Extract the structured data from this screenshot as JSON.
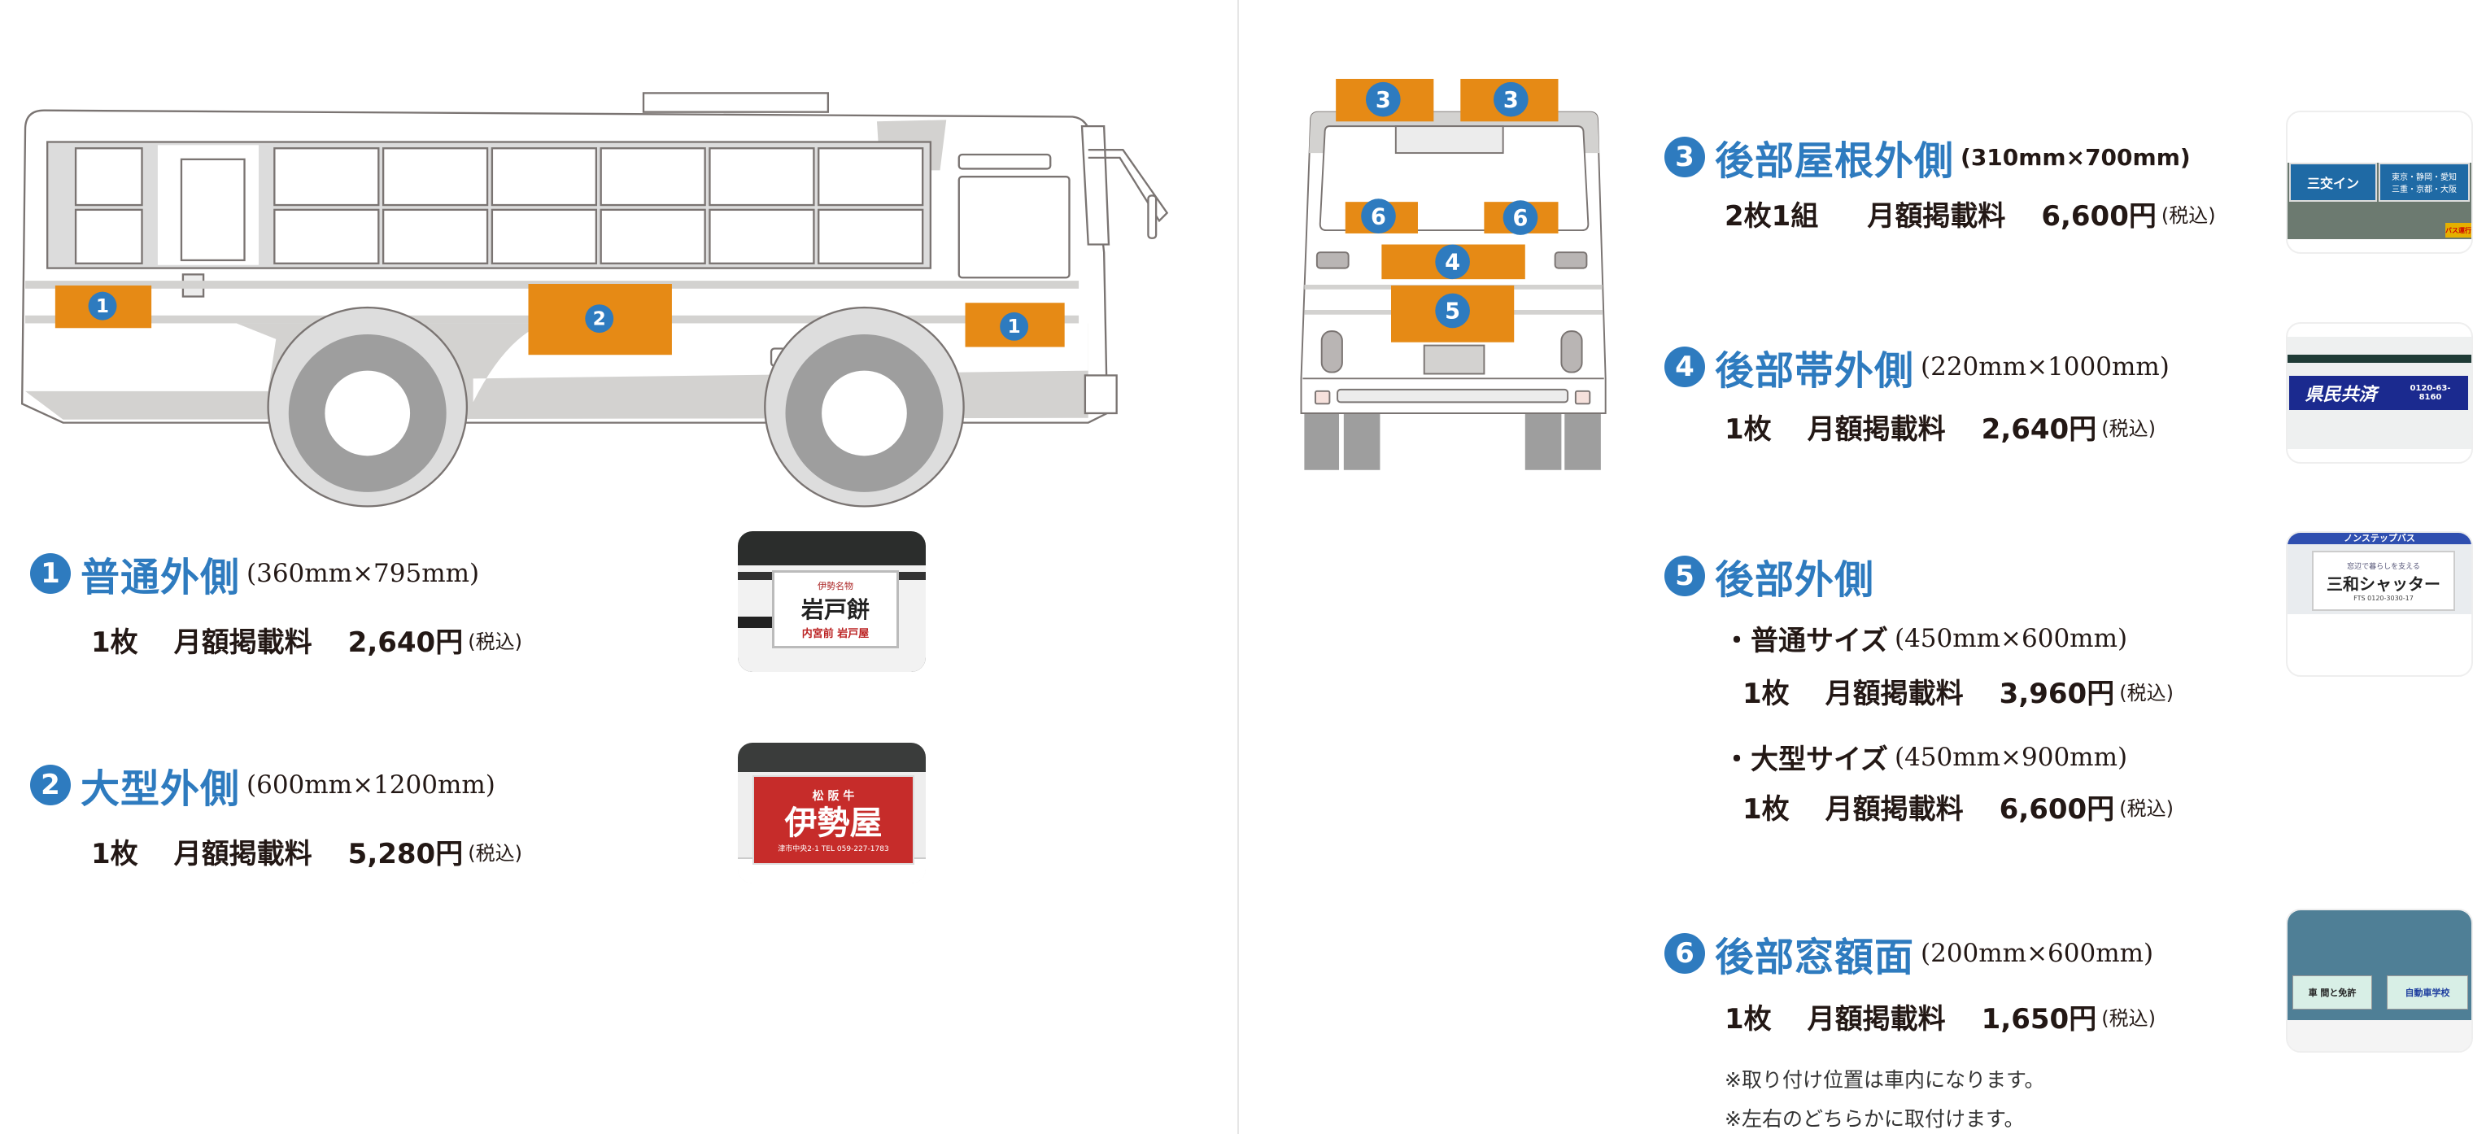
{
  "colors": {
    "accent_blue": "#2e7bbf",
    "ad_orange": "#e68a15",
    "text": "#231815"
  },
  "diagram": {
    "side_badges": [
      "1",
      "2",
      "1"
    ],
    "rear_badges": [
      "3",
      "3",
      "6",
      "6",
      "4",
      "5"
    ]
  },
  "items": [
    {
      "number": "1",
      "title": "普通外側",
      "size": "(360mm×795mm)",
      "quantity": "1枚",
      "fee_label": "月額掲載料",
      "price": "2,640円",
      "tax": "(税込)",
      "photo": {
        "top": "伊勢名物",
        "main": "岩戸餅",
        "sub": "内宮前 岩戸屋"
      }
    },
    {
      "number": "2",
      "title": "大型外側",
      "size": "(600mm×1200mm)",
      "quantity": "1枚",
      "fee_label": "月額掲載料",
      "price": "5,280円",
      "tax": "(税込)",
      "photo": {
        "top": "松 阪 牛",
        "main": "伊勢屋",
        "sub": "津市中央2-1 TEL 059-227-1783"
      }
    },
    {
      "number": "3",
      "title": "後部屋根外側",
      "size": "(310mm×700mm)",
      "quantity": "2枚1組",
      "fee_label": "月額掲載料",
      "price": "6,600円",
      "tax": "(税込)",
      "photo": {
        "left": "三交イン",
        "right_top": "東京・静岡・愛知",
        "right_bottom": "三重・京都・大阪",
        "tag": "バス運行"
      }
    },
    {
      "number": "4",
      "title": "後部帯外側",
      "size": "(220mm×1000mm)",
      "quantity": "1枚",
      "fee_label": "月額掲載料",
      "price": "2,640円",
      "tax": "(税込)",
      "photo": {
        "main": "県民共済",
        "phone": "0120-63-8160"
      }
    },
    {
      "number": "5",
      "title": "後部外側",
      "variants": [
        {
          "label": "・普通サイズ",
          "size": "(450mm×600mm)",
          "quantity": "1枚",
          "fee_label": "月額掲載料",
          "price": "3,960円",
          "tax": "(税込)"
        },
        {
          "label": "・大型サイズ",
          "size": "(450mm×900mm)",
          "quantity": "1枚",
          "fee_label": "月額掲載料",
          "price": "6,600円",
          "tax": "(税込)"
        }
      ],
      "photo": {
        "header": "ノンステップバス",
        "top": "窓辺で暮らしを支える",
        "main": "三和シャッター",
        "sub": "FTS 0120-3030-17"
      }
    },
    {
      "number": "6",
      "title": "後部窓額面",
      "size": "(200mm×600mm)",
      "quantity": "1枚",
      "fee_label": "月額掲載料",
      "price": "1,650円",
      "tax": "(税込)",
      "notes": [
        "※取り付け位置は車内になります。",
        "※左右のどちらかに取付けます。"
      ],
      "photo": {
        "left": "車 間と免許",
        "right": "自動車学校"
      }
    }
  ]
}
